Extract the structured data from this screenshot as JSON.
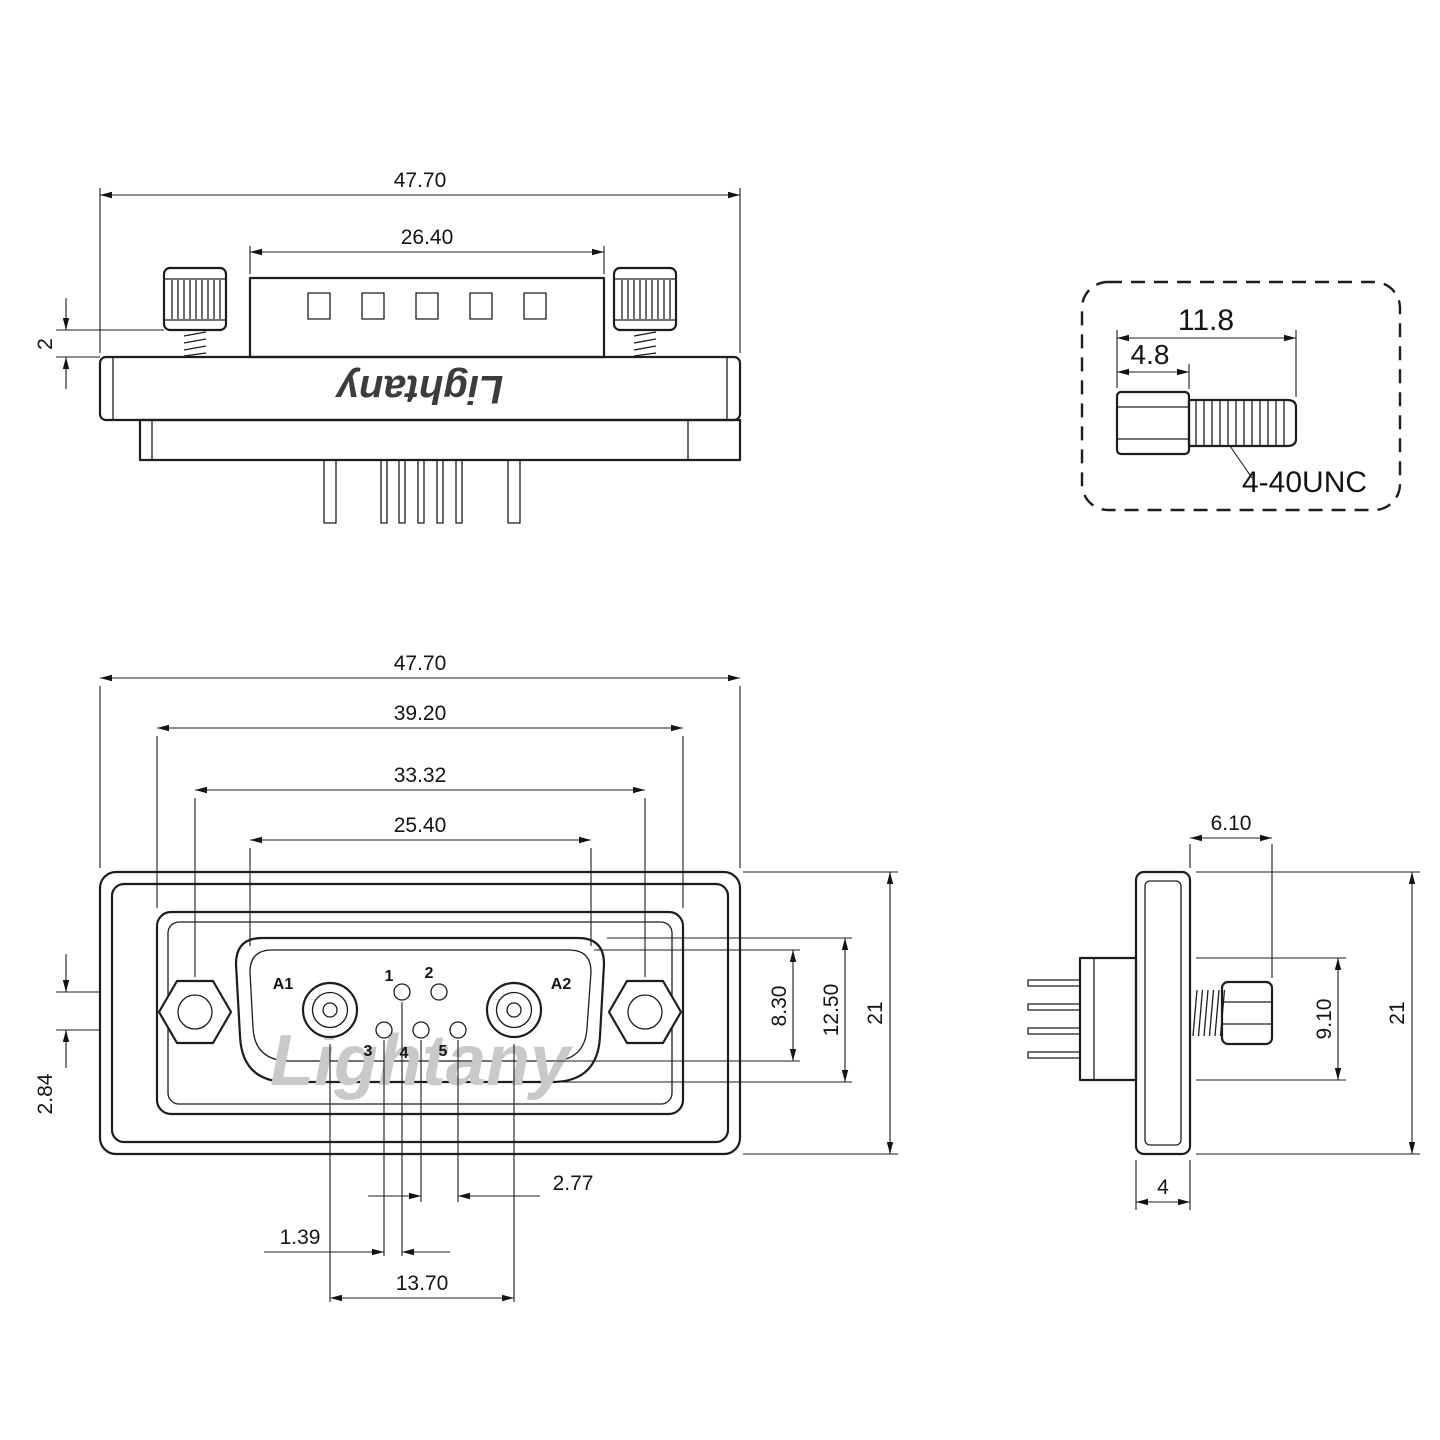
{
  "watermark": {
    "brand": "Lightany"
  },
  "top_view": {
    "dim_overall_width": "47.70",
    "dim_insulator_width": "26.40",
    "dim_thread_exposed": "2"
  },
  "screw_detail": {
    "dim_total_length": "11.8",
    "dim_head_length": "4.8",
    "thread_spec": "4-40UNC"
  },
  "front_view": {
    "dim_overall_width": "47.70",
    "dim_shell_width": "39.20",
    "dim_mount_hole_spacing": "33.32",
    "dim_opening_width": "25.40",
    "dim_opening_height": "8.30",
    "dim_shell_height": "12.50",
    "dim_overall_height": "21",
    "dim_row_spacing": "2.84",
    "dim_pin_pitch": "2.77",
    "dim_row_offset": "1.39",
    "dim_coax_pitch": "13.70",
    "pins": {
      "a1": "A1",
      "a2": "A2",
      "p1": "1",
      "p2": "2",
      "p3": "3",
      "p4": "4",
      "p5": "5"
    }
  },
  "side_view": {
    "dim_screw_protrusion": "6.10",
    "dim_body_height": "9.10",
    "dim_overall_height": "21",
    "dim_flange_thickness": "4"
  }
}
